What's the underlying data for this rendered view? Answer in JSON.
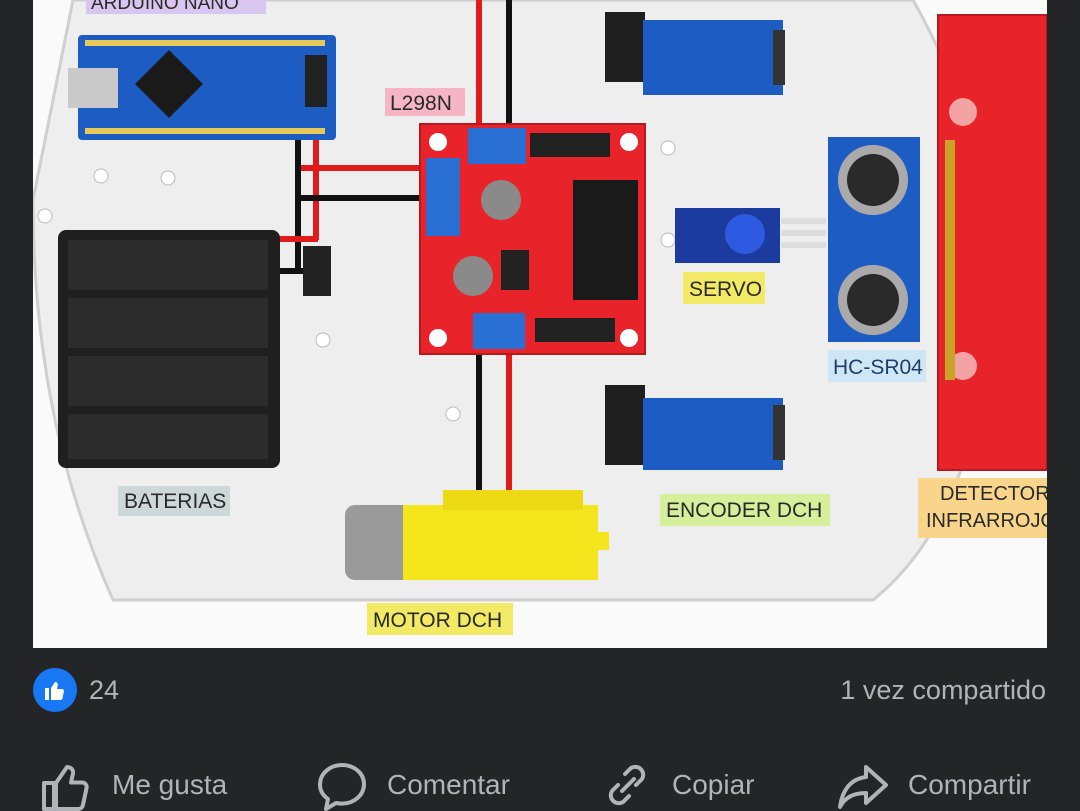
{
  "image": {
    "labels": {
      "arduino": "ARDUINO NANO",
      "l298n": "L298N",
      "baterias": "BATERIAS",
      "servo": "SERVO",
      "hcsr04": "HC-SR04",
      "encoder": "ENCODER DCH",
      "motor": "MOTOR DCH",
      "detector_line1": "DETECTOR",
      "detector_line2": "INFRARROJO"
    },
    "colors": {
      "label_purple": "#d9c6f0",
      "label_pink": "#f5b5c4",
      "label_gray": "#cfd8d8",
      "label_yellow": "#f2ea64",
      "label_green": "#d6ef9a",
      "label_blue": "#cfe6f7",
      "label_orange": "#f8d58a",
      "pcb_red": "#e8232a",
      "pcb_blue": "#1d5cc2",
      "motor_yellow": "#f4e51c"
    }
  },
  "stats": {
    "like_count": "24",
    "shares": "1 vez compartido"
  },
  "actions": {
    "like": "Me gusta",
    "comment": "Comentar",
    "copy": "Copiar",
    "share": "Compartir"
  },
  "theme": {
    "background": "#242526",
    "text": "#b0b3b8",
    "like_blue": "#1877f2"
  }
}
